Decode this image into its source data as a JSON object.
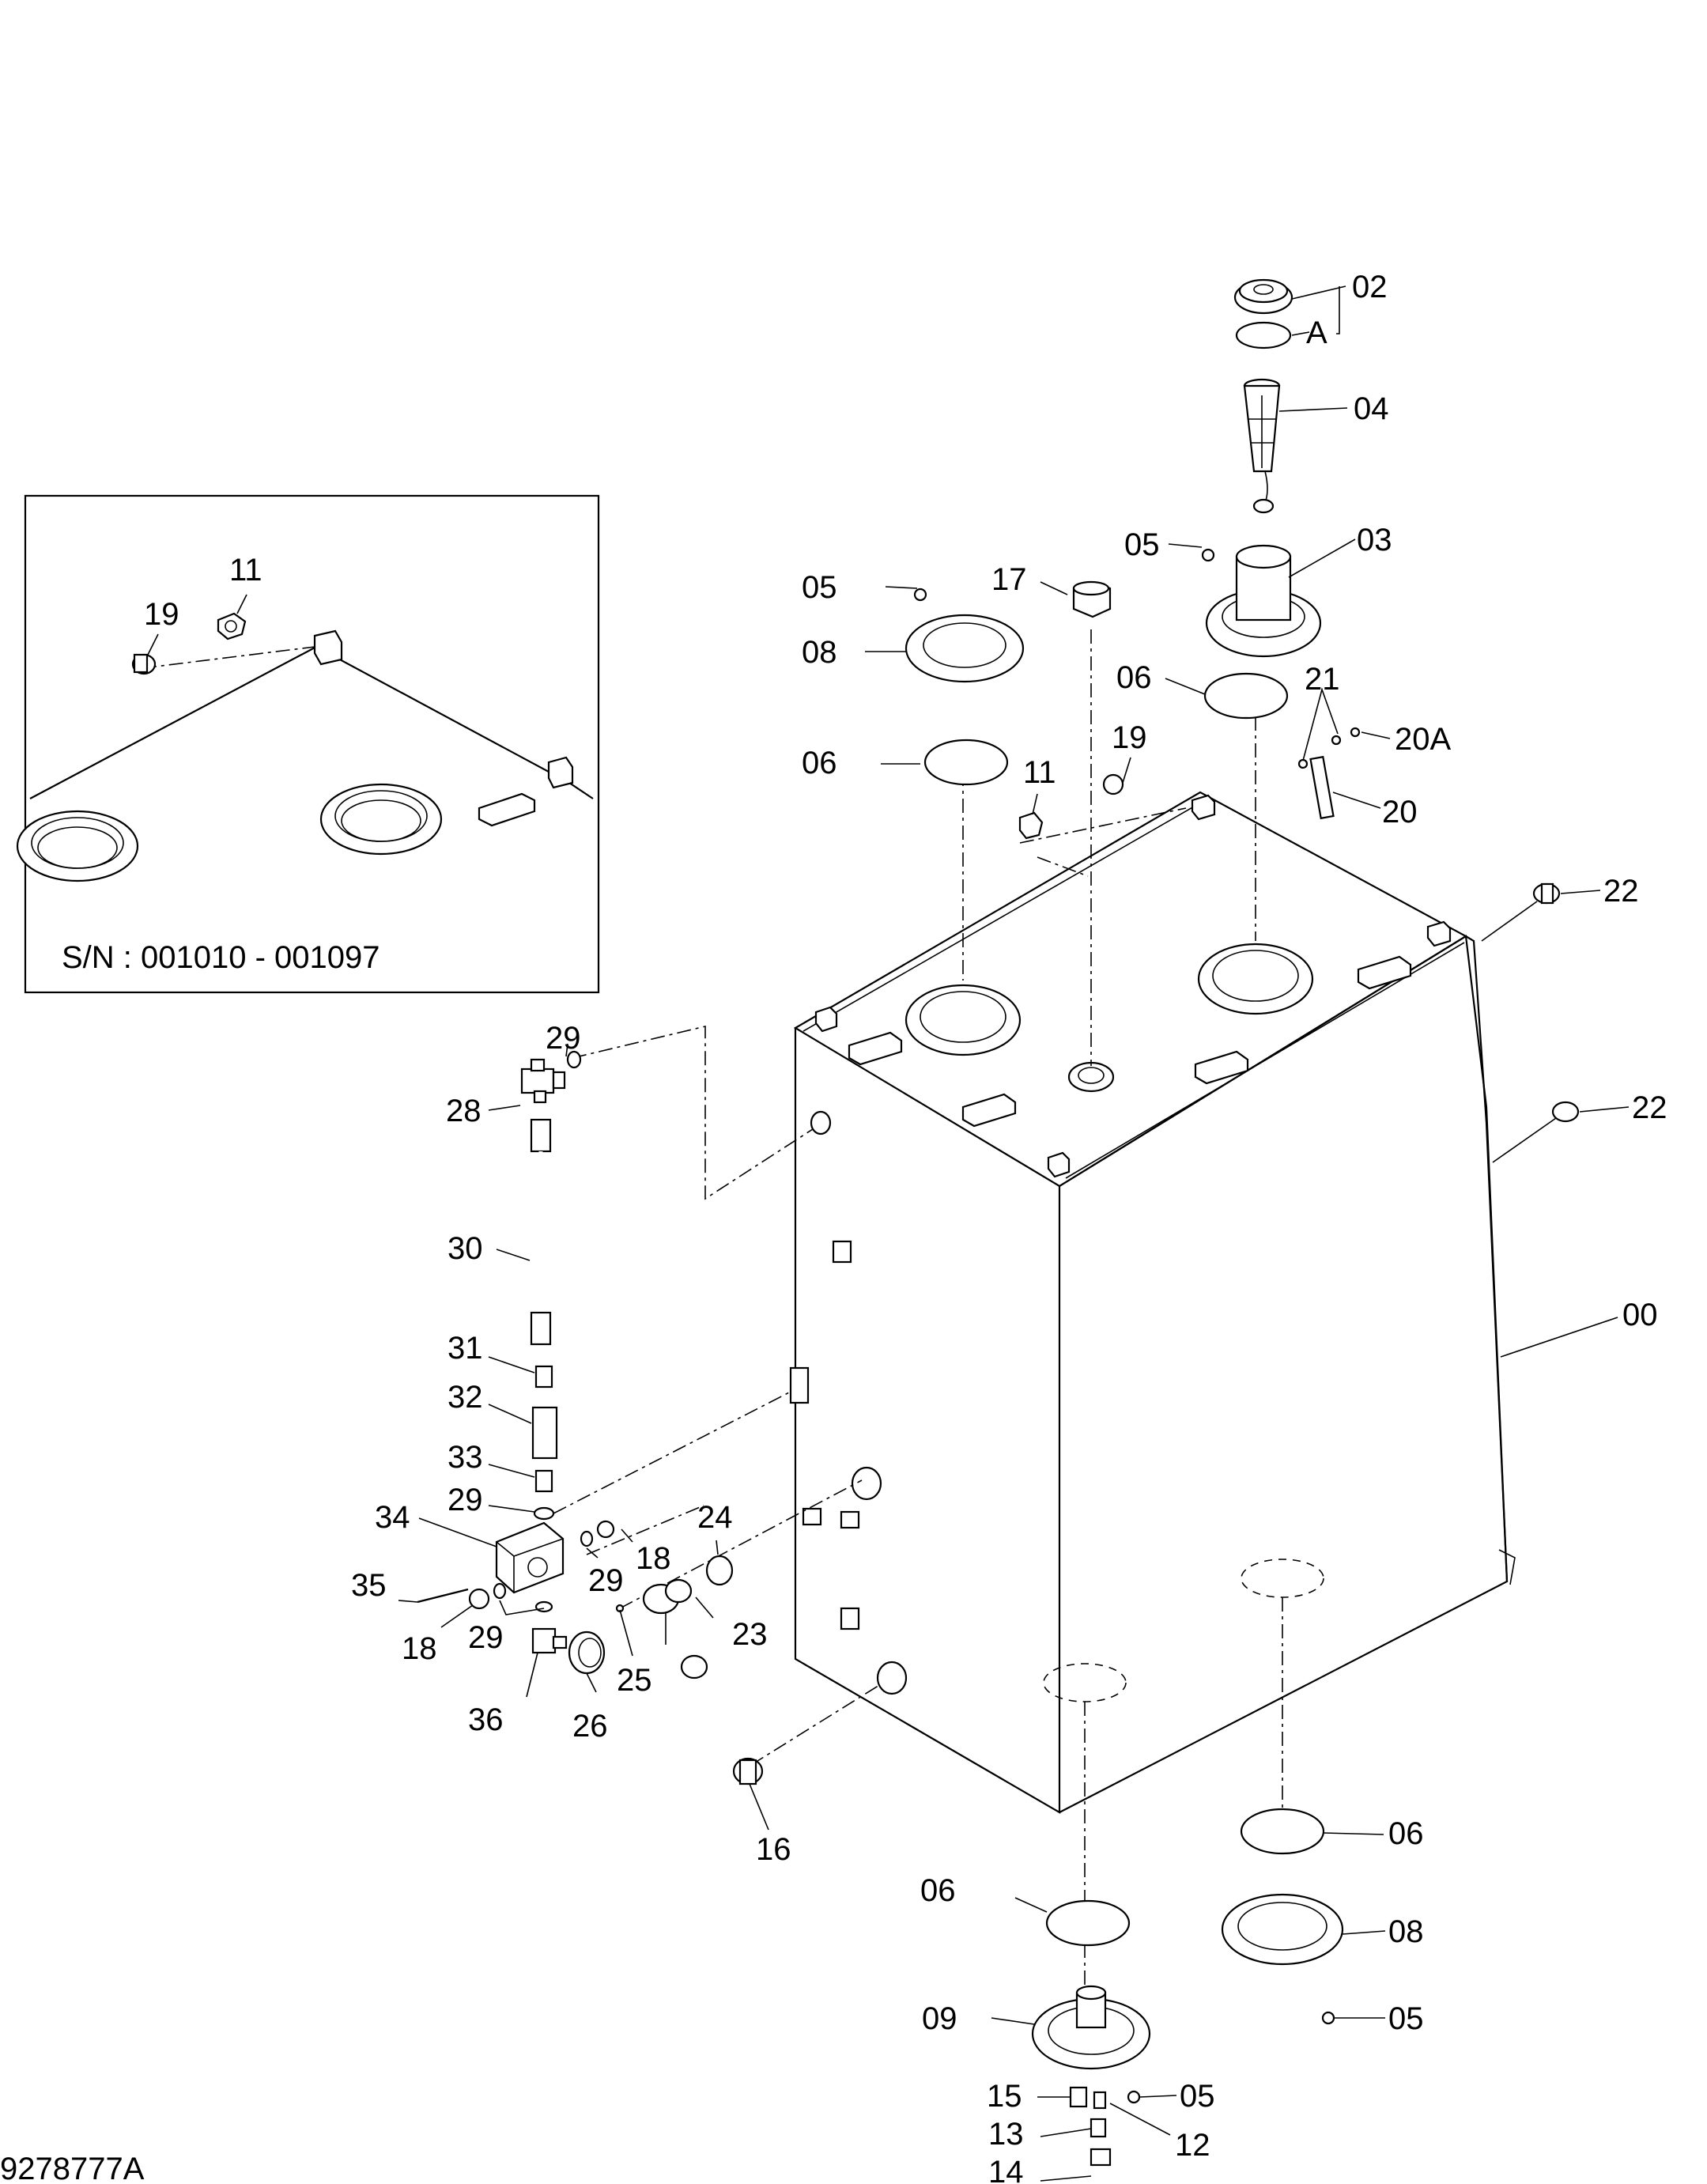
{
  "drawing_number": "9278777A",
  "inset": {
    "serial_range": "S/N : 001010 - 001097",
    "labels": [
      "11",
      "19"
    ]
  },
  "callouts": {
    "c02": "02",
    "cA": "A",
    "c04": "04",
    "c05a": "05",
    "c03": "03",
    "c05b": "05",
    "c17": "17",
    "c08a": "08",
    "c06a": "06",
    "c06b": "06",
    "c21": "21",
    "c20A": "20A",
    "c19": "19",
    "c11": "11",
    "c20": "20",
    "c22a": "22",
    "c22b": "22",
    "c00": "00",
    "c29a": "29",
    "c28": "28",
    "c30": "30",
    "c31": "31",
    "c32": "32",
    "c33": "33",
    "c29b": "29",
    "c34": "34",
    "c24": "24",
    "c29c": "29",
    "c18a": "18",
    "c35": "35",
    "c18b": "18",
    "c29d": "29",
    "c23": "23",
    "c25": "25",
    "c36": "36",
    "c26": "26",
    "c16": "16",
    "c06c": "06",
    "c06d": "06",
    "c08b": "08",
    "c05c": "05",
    "c09": "09",
    "c15": "15",
    "c05d": "05",
    "c13": "13",
    "c12": "12",
    "c14": "14"
  }
}
